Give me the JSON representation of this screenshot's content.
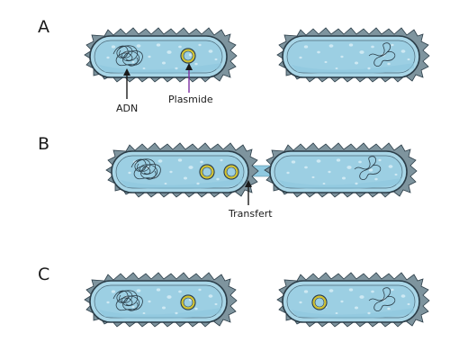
{
  "panels": [
    {
      "label": "A"
    },
    {
      "label": "B"
    },
    {
      "label": "C"
    }
  ],
  "annotations": {
    "dna": "ADN",
    "plasmid": "Plasmide",
    "transfer": "Transfert"
  },
  "colors": {
    "cell_fill": "#a9d6e7",
    "cell_inner": "#8ec7de",
    "cell_outline": "#2b3d48",
    "spike_fill": "#7e949e",
    "plasmid_ring": "#d4c22a",
    "plasmid_arrow": "#7b2ea3",
    "pilus": "#8fc9e0",
    "text": "#1a1a1a"
  }
}
